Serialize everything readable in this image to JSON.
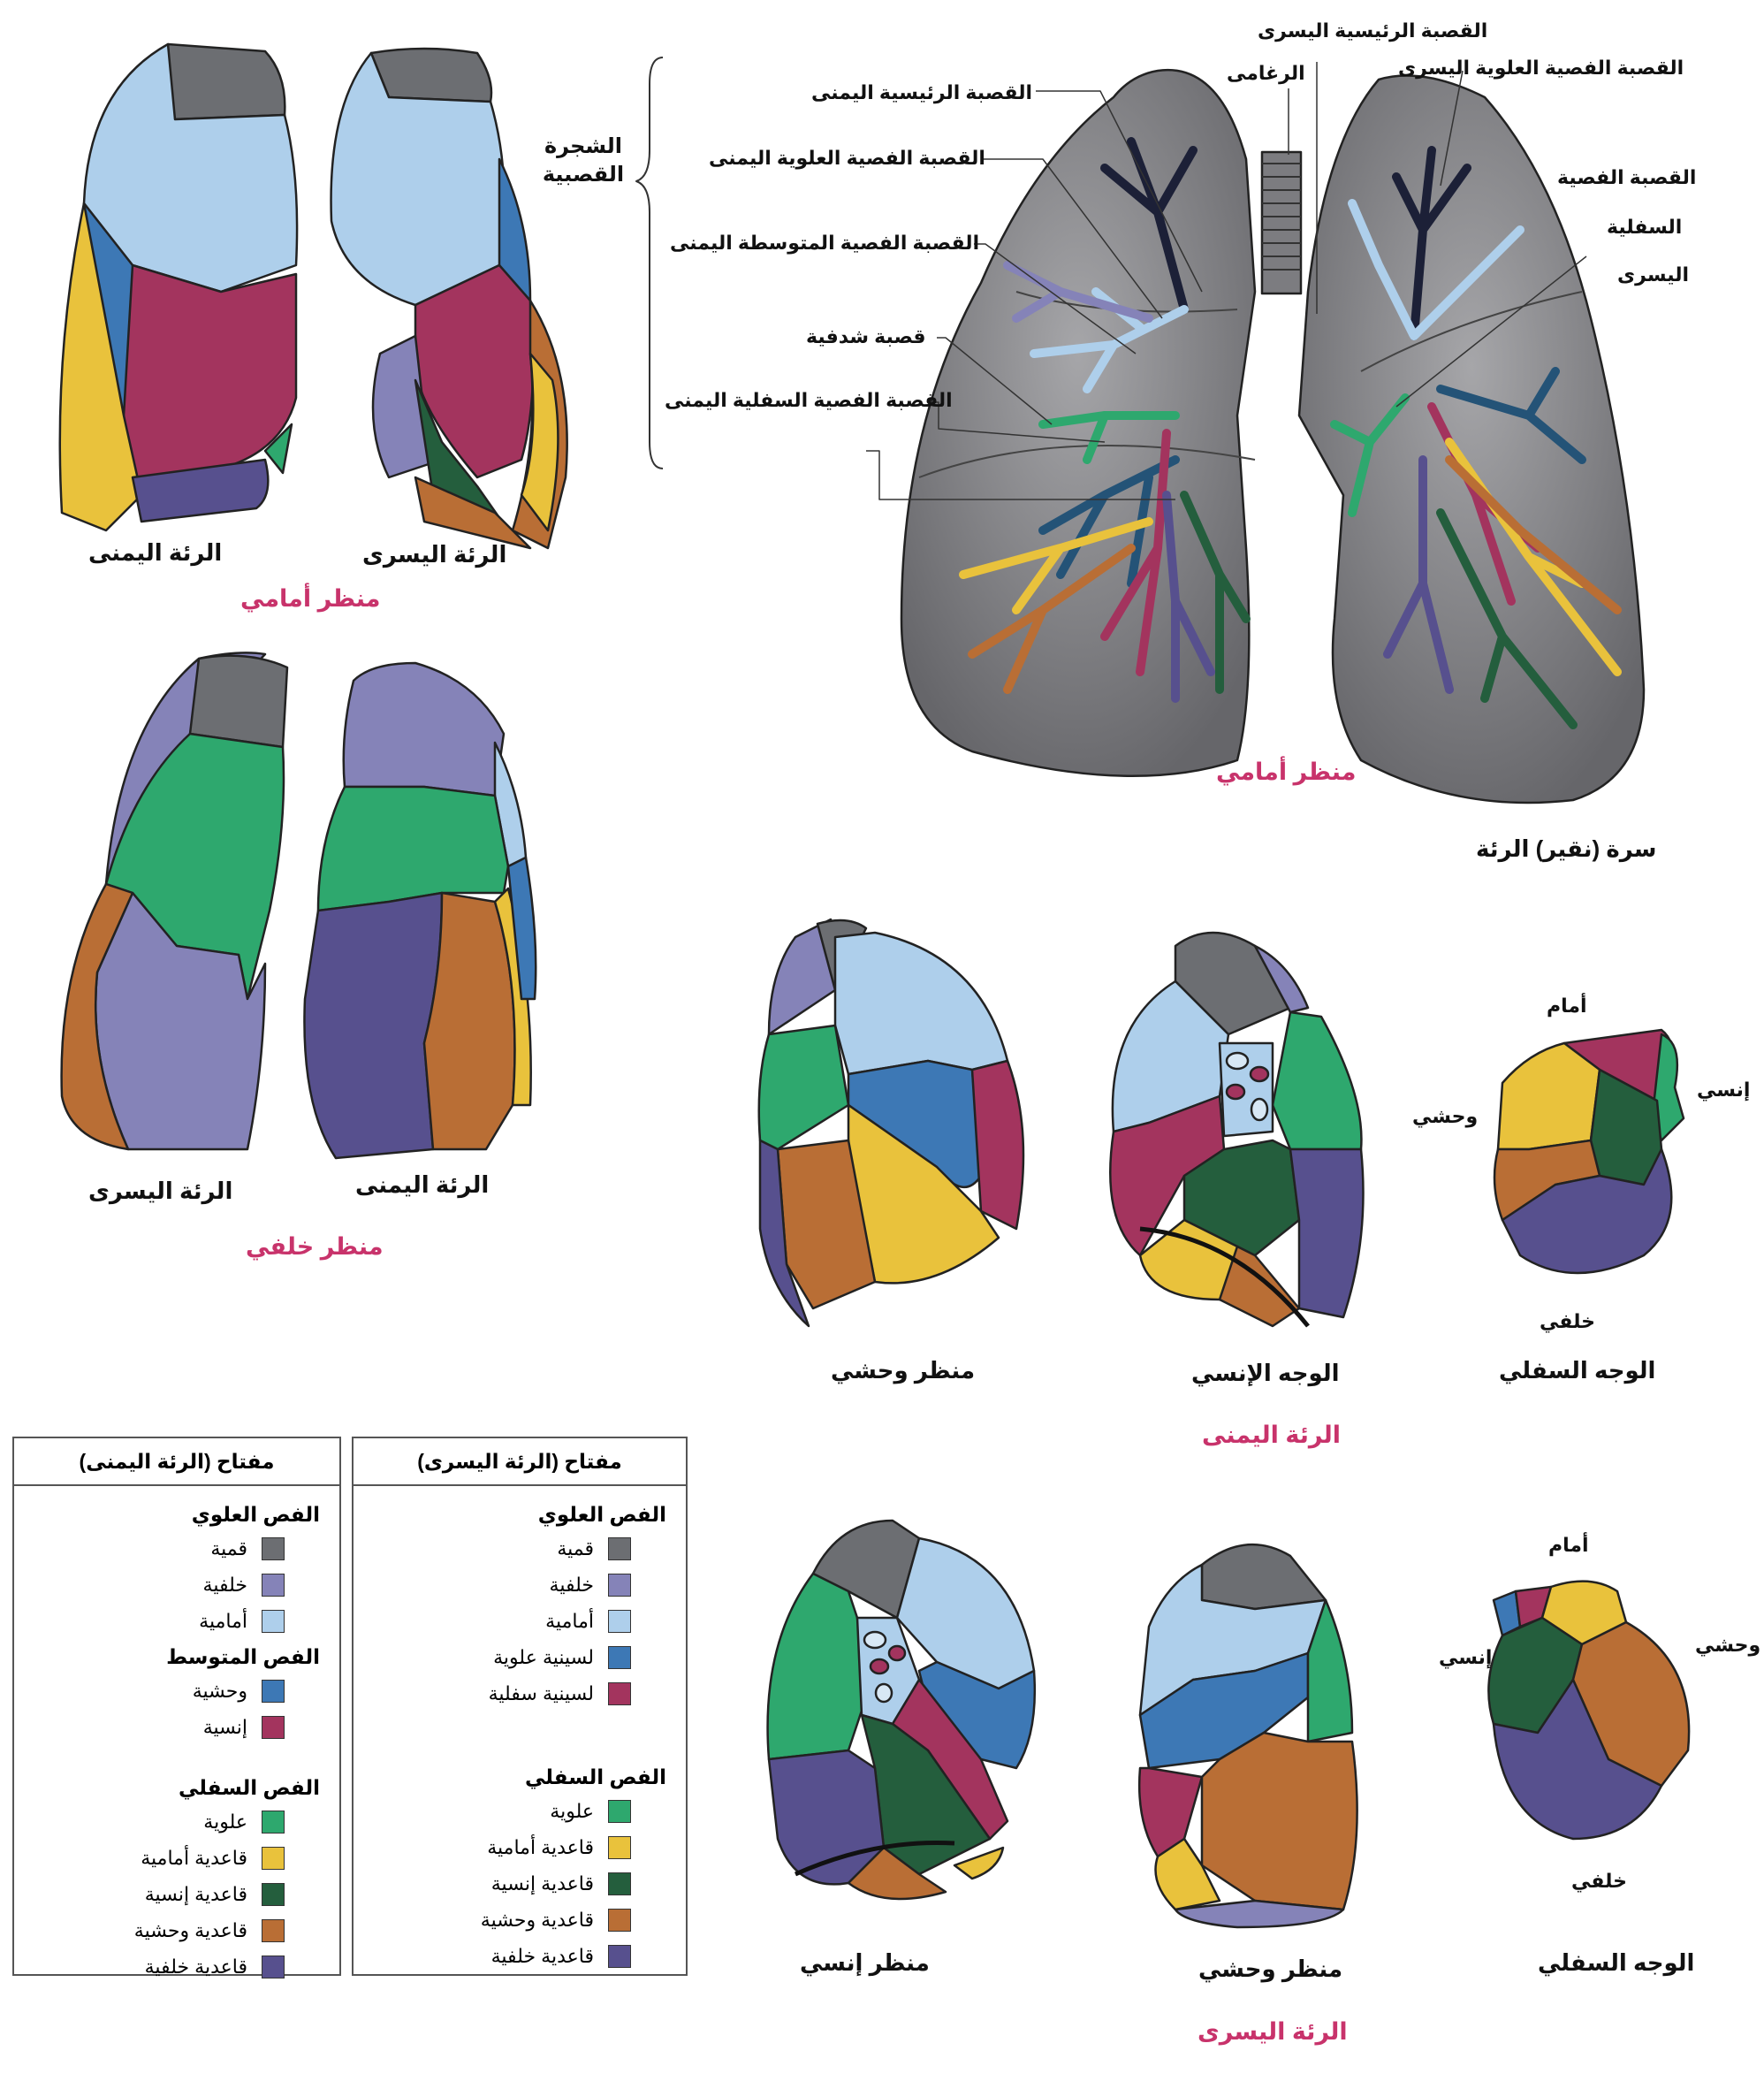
{
  "colors": {
    "apical": "#6c6e72",
    "posterior_upper": "#8583b8",
    "anterior": "#aecfeb",
    "superior_lingular": "#3d78b5",
    "inferior_lingular": "#a3345e",
    "lateral_middle": "#3d78b5",
    "medial_middle": "#a3345e",
    "superior_lower": "#2ea86e",
    "anterior_basal": "#e9c23c",
    "medial_basal": "#245e3d",
    "lateral_basal": "#b96e35",
    "posterior_basal": "#57508e",
    "lung_gray": "#7f7f82",
    "accent_pink": "#c8336b"
  },
  "top_left": {
    "bracket_label_line1": "الشجرة",
    "bracket_label_line2": "القصبية",
    "right_lung_label": "الرئة اليمنى",
    "left_lung_label": "الرئة اليسرى",
    "view_title": "منظر أمامي"
  },
  "main_lungs": {
    "labels": {
      "left_main_bronchus": "القصبة الرئيسية اليسرى",
      "trachea": "الرغامى",
      "left_upper_lobe_bronchus": "القصبة الفصية العلوية اليسرى",
      "right_main_bronchus": "القصبة الرئيسية اليمنى",
      "right_upper_lobe_bronchus": "القصبة الفصية العلوية اليمنى",
      "right_middle_lobe_bronchus": "القصبة الفصية المتوسطة اليمنى",
      "segmental_bronchus": "قصبة شدفية",
      "right_lower_lobe_bronchus": "القصبة الفصية السفلية اليمنى",
      "left_lower_lobe_line1": "القصبة الفصية",
      "left_lower_lobe_line2": "السفلية",
      "left_lower_lobe_line3": "اليسرى"
    },
    "view_title": "منظر أمامي",
    "hilum_label": "سرة (نقير) الرئة"
  },
  "posterior": {
    "left_lung_label": "الرئة اليسرى",
    "right_lung_label": "الرئة اليمنى",
    "view_title": "منظر خلفي"
  },
  "right_lung_views": {
    "lateral_label": "منظر وحشي",
    "medial_label": "الوجه الإنسي",
    "inferior_label": "الوجه السفلي",
    "anterior": "أمام",
    "medial": "إنسي",
    "lateral": "وحشي",
    "posterior": "خلفي",
    "title": "الرئة اليمنى"
  },
  "left_lung_views": {
    "medial_label": "منظر إنسي",
    "lateral_label": "منظر وحشي",
    "inferior_label": "الوجه السفلي",
    "anterior": "أمام",
    "lateral": "وحشي",
    "medial": "إنسي",
    "posterior": "خلفي",
    "title": "الرئة اليسرى"
  },
  "key_left_lung": {
    "title": "مفتاح (الرئة اليسرى)",
    "upper_lobe": "الفص العلوي",
    "upper_items": [
      {
        "label": "قمية",
        "color": "#6c6e72"
      },
      {
        "label": "خلفية",
        "color": "#8583b8"
      },
      {
        "label": "أمامية",
        "color": "#aecfeb"
      },
      {
        "label": "لسينية علوية",
        "color": "#3d78b5"
      },
      {
        "label": "لسينية سفلية",
        "color": "#a3345e"
      }
    ],
    "lower_lobe": "الفص السفلي",
    "lower_items": [
      {
        "label": "علوية",
        "color": "#2ea86e"
      },
      {
        "label": "قاعدية أمامية",
        "color": "#e9c23c"
      },
      {
        "label": "قاعدية إنسية",
        "color": "#245e3d"
      },
      {
        "label": "قاعدية وحشية",
        "color": "#b96e35"
      },
      {
        "label": "قاعدية خلفية",
        "color": "#57508e"
      }
    ]
  },
  "key_right_lung": {
    "title": "مفتاح (الرئة اليمنى)",
    "upper_lobe": "الفص العلوي",
    "upper_items": [
      {
        "label": "قمية",
        "color": "#6c6e72"
      },
      {
        "label": "خلفية",
        "color": "#8583b8"
      },
      {
        "label": "أمامية",
        "color": "#aecfeb"
      }
    ],
    "middle_lobe": "الفص المتوسط",
    "middle_items": [
      {
        "label": "وحشية",
        "color": "#3d78b5"
      },
      {
        "label": "إنسية",
        "color": "#a3345e"
      }
    ],
    "lower_lobe": "الفص السفلي",
    "lower_items": [
      {
        "label": "علوية",
        "color": "#2ea86e"
      },
      {
        "label": "قاعدية أمامية",
        "color": "#e9c23c"
      },
      {
        "label": "قاعدية إنسية",
        "color": "#245e3d"
      },
      {
        "label": "قاعدية وحشية",
        "color": "#b96e35"
      },
      {
        "label": "قاعدية خلفية",
        "color": "#57508e"
      }
    ]
  }
}
